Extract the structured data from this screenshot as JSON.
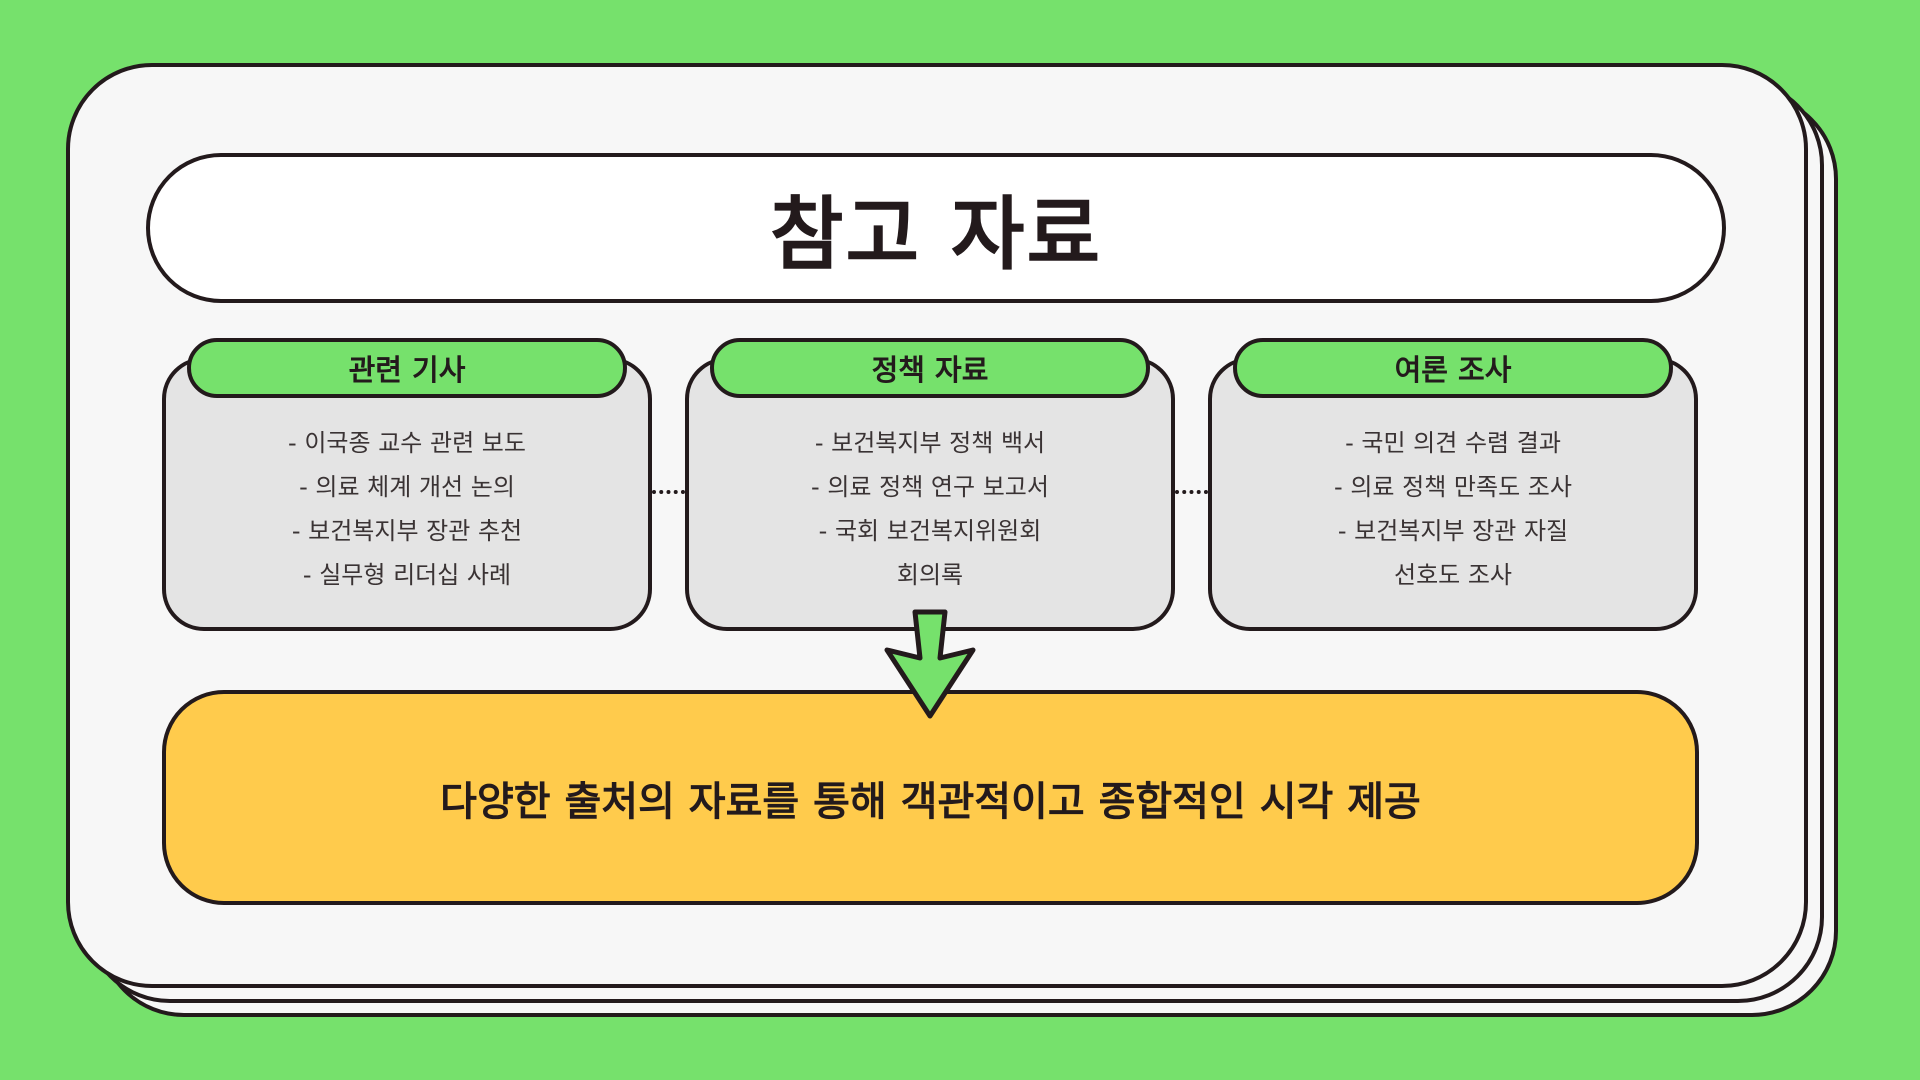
{
  "title": "참고 자료",
  "boxes": [
    {
      "heading": "관련 기사",
      "items": [
        "- 이국종 교수 관련 보도",
        "- 의료 체계 개선 논의",
        "- 보건복지부 장관 추천",
        "- 실무형 리더십 사례"
      ]
    },
    {
      "heading": "정책 자료",
      "items": [
        "- 보건복지부 정책 백서",
        "- 의료 정책 연구 보고서",
        "- 국회 보건복지위원회",
        "회의록"
      ]
    },
    {
      "heading": "여론 조사",
      "items": [
        "- 국민 의견 수렴 결과",
        "- 의료 정책 만족도 조사",
        "- 보건복지부 장관 자질",
        "선호도 조사"
      ]
    }
  ],
  "summary": "다양한 출처의 자료를 통해 객관적이고 종합적인 시각 제공",
  "colors": {
    "background": "#76e16c",
    "card": "#f7f7f7",
    "box": "#e4e4e4",
    "tab": "#76e16c",
    "summary": "#ffcb4c",
    "outline": "#231a1c"
  },
  "icons": {
    "arrow": "down-arrow-icon"
  }
}
